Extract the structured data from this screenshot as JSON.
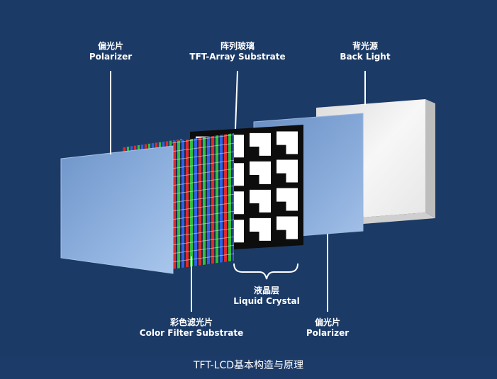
{
  "colors": {
    "background": "#1b3a66",
    "polarizer": "#7fa3d4",
    "backlight": "#f2f2f2",
    "leader_line": "#ffffff",
    "tft_cell": "#ffffff",
    "tft_frame": "#0d0d0d",
    "filter_red": "#e02a2a",
    "filter_green": "#2fbf3f",
    "filter_blue": "#3060e8"
  },
  "labels": {
    "polarizer_front": {
      "zh": "偏光片",
      "en": "Polarizer"
    },
    "tft_array": {
      "zh": "阵列玻璃",
      "en": "TFT-Array Substrate"
    },
    "backlight": {
      "zh": "背光源",
      "en": "Back Light"
    },
    "color_filter": {
      "zh": "彩色滤光片",
      "en": "Color Filter Substrate"
    },
    "liquid_crystal": {
      "zh": "液晶层",
      "en": "Liquid Crystal"
    },
    "polarizer_back": {
      "zh": "偏光片",
      "en": "Polarizer"
    }
  },
  "caption": "TFT-LCD基本构造与原理"
}
